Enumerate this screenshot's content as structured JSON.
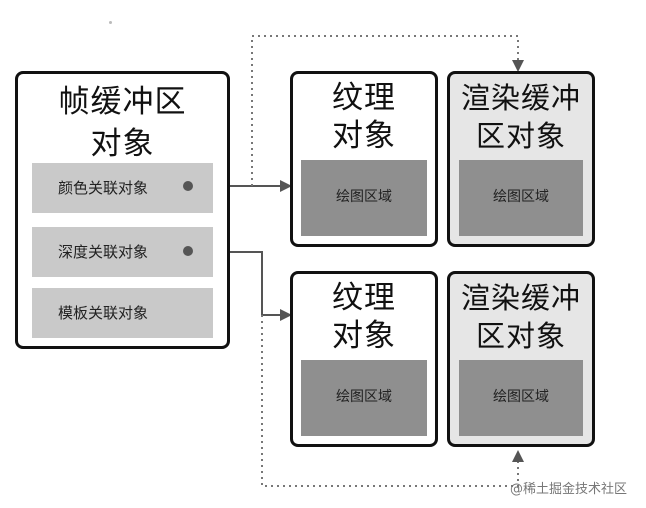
{
  "framebuffer": {
    "title_line1": "帧缓冲区",
    "title_line2": "对象",
    "slots": [
      "颜色关联对象",
      "深度关联对象",
      "模板关联对象"
    ]
  },
  "texture_top": {
    "title_line1": "纹理",
    "title_line2": "对象",
    "area": "绘图区域"
  },
  "renderbuffer_top": {
    "title_line1": "渲染缓冲",
    "title_line2": "区对象",
    "area": "绘图区域"
  },
  "texture_bottom": {
    "title_line1": "纹理",
    "title_line2": "对象",
    "area": "绘图区域"
  },
  "renderbuffer_bottom": {
    "title_line1": "渲染缓冲",
    "title_line2": "区对象",
    "area": "绘图区域"
  },
  "watermark": "@稀土掘金技术社区",
  "colors": {
    "line": "#555555",
    "slot": "#c9c9c9",
    "area": "#8f8f8f",
    "render_bg": "#e6e6e6"
  }
}
